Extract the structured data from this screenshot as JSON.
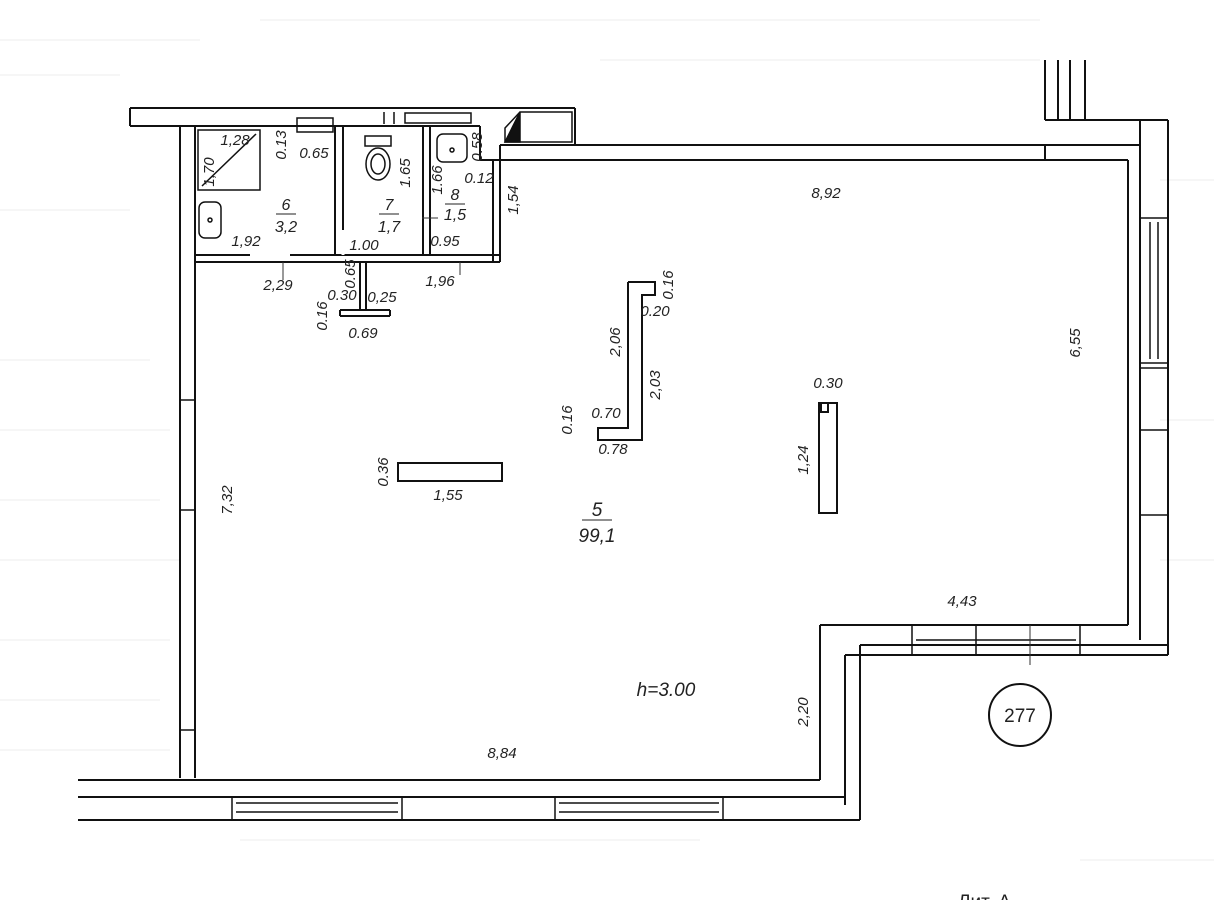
{
  "plan": {
    "rooms": [
      {
        "id": "r6",
        "number": "6",
        "area": "3,2"
      },
      {
        "id": "r7",
        "number": "7",
        "area": "1,7"
      },
      {
        "id": "r8",
        "number": "8",
        "area": "1,5"
      },
      {
        "id": "r5",
        "number": "5",
        "area": "99,1"
      }
    ],
    "dimensions": [
      {
        "id": "d01",
        "text": "1,28"
      },
      {
        "id": "d02",
        "text": "1,70"
      },
      {
        "id": "d03",
        "text": "0.13"
      },
      {
        "id": "d04",
        "text": "0.65"
      },
      {
        "id": "d05",
        "text": "1.65"
      },
      {
        "id": "d06",
        "text": "1.66"
      },
      {
        "id": "d07",
        "text": "0.58"
      },
      {
        "id": "d08",
        "text": "0.12"
      },
      {
        "id": "d09",
        "text": "1,54"
      },
      {
        "id": "d10",
        "text": "1,92"
      },
      {
        "id": "d11",
        "text": "1.00"
      },
      {
        "id": "d12",
        "text": "0.95"
      },
      {
        "id": "d13",
        "text": "2,29"
      },
      {
        "id": "d14",
        "text": "0.65"
      },
      {
        "id": "d15",
        "text": "1,96"
      },
      {
        "id": "d16",
        "text": "0.16"
      },
      {
        "id": "d17",
        "text": "0.30"
      },
      {
        "id": "d18",
        "text": "0,25"
      },
      {
        "id": "d19",
        "text": "0.69"
      },
      {
        "id": "d20",
        "text": "8,92"
      },
      {
        "id": "d21",
        "text": "0.16"
      },
      {
        "id": "d22",
        "text": "0.20"
      },
      {
        "id": "d23",
        "text": "2,06"
      },
      {
        "id": "d24",
        "text": "2,03"
      },
      {
        "id": "d25",
        "text": "0.16"
      },
      {
        "id": "d26",
        "text": "0.70"
      },
      {
        "id": "d27",
        "text": "0.78"
      },
      {
        "id": "d28",
        "text": "6,55"
      },
      {
        "id": "d29",
        "text": "0.30"
      },
      {
        "id": "d30",
        "text": "1,24"
      },
      {
        "id": "d31",
        "text": "0.36"
      },
      {
        "id": "d32",
        "text": "1,55"
      },
      {
        "id": "d33",
        "text": "7,32"
      },
      {
        "id": "d34",
        "text": "4,43"
      },
      {
        "id": "d35",
        "text": "2,20"
      },
      {
        "id": "d36",
        "text": "8,84"
      }
    ],
    "ceiling_height": "h=3.00",
    "unit_number": "277",
    "corner_fragment": "Лит. А"
  }
}
